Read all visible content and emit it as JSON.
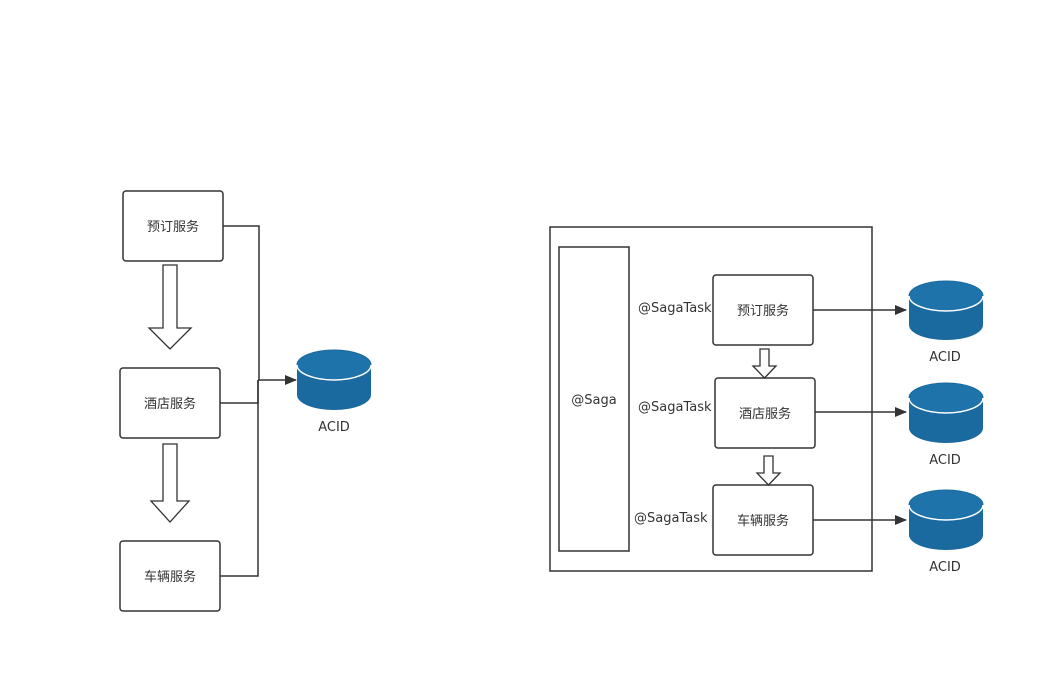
{
  "left": {
    "services": [
      "预订服务",
      "酒店服务",
      "车辆服务"
    ],
    "db_label": "ACID"
  },
  "right": {
    "saga_label": "@Saga",
    "task_labels": [
      "@SagaTask",
      "@SagaTask",
      "@SagaTask"
    ],
    "services": [
      "预订服务",
      "酒店服务",
      "车辆服务"
    ],
    "db_labels": [
      "ACID",
      "ACID",
      "ACID"
    ]
  },
  "colors": {
    "db_fill": "#1a6aa0",
    "db_top": "#1e73ab",
    "db_rim": "#ffffff",
    "stroke": "#333333"
  }
}
